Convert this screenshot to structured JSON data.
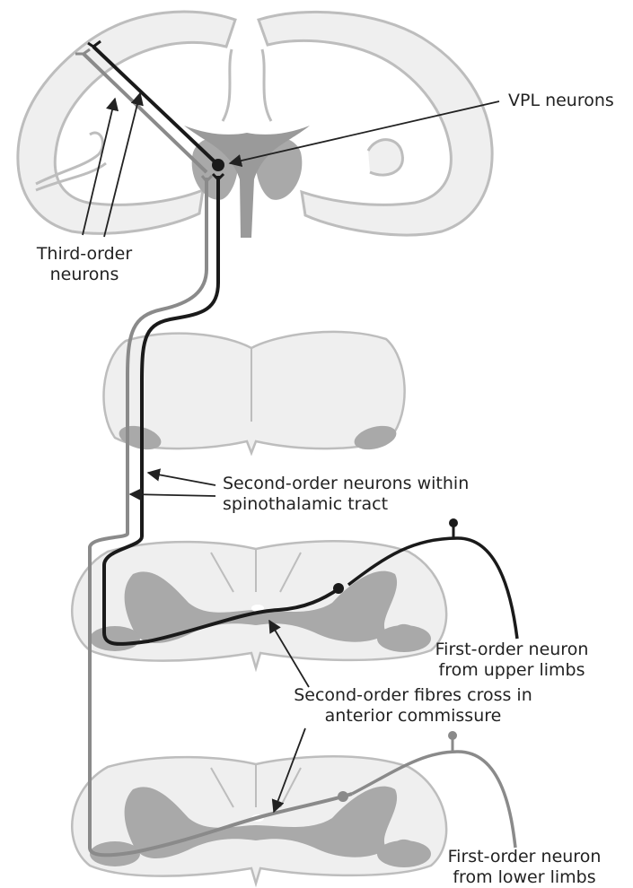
{
  "labels": {
    "vpl": "VPL neurons",
    "third_order": [
      "Third-order",
      "neurons"
    ],
    "second_order": [
      "Second-order neurons within",
      "spinothalamic tract"
    ],
    "first_upper": [
      "First-order neuron",
      "from upper limbs"
    ],
    "cross": [
      "Second-order fibres cross in",
      "anterior commissure"
    ],
    "first_lower": [
      "First-order neuron",
      "from lower limbs"
    ]
  },
  "colors": {
    "outline": "#bdbdbd",
    "tissue_fill": "#efefef",
    "gray_matter": "#a9a9a9",
    "thalamus": "#9a9a9a",
    "upper_pathway": "#1a1a1a",
    "lower_pathway": "#8a8a8a",
    "arrow": "#222222"
  }
}
